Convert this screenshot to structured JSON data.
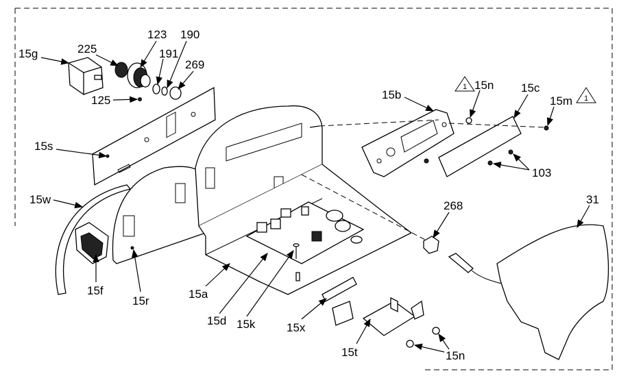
{
  "diagram": {
    "title": "Exploded view of control panel assembly",
    "note_symbol": "1",
    "labels": {
      "l15g": "15g",
      "l225": "225",
      "l123": "123",
      "l190": "190",
      "l191": "191",
      "l269": "269",
      "l125": "125",
      "l15s": "15s",
      "l15b": "15b",
      "l15n_top": "15n",
      "l15c": "15c",
      "l15m": "15m",
      "l103": "103",
      "l15w": "15w",
      "l268": "268",
      "l31": "31",
      "l15f": "15f",
      "l15r": "15r",
      "l15a": "15a",
      "l15d": "15d",
      "l15k": "15k",
      "l15x": "15x",
      "l15t": "15t",
      "l15n_bottom": "15n"
    }
  }
}
